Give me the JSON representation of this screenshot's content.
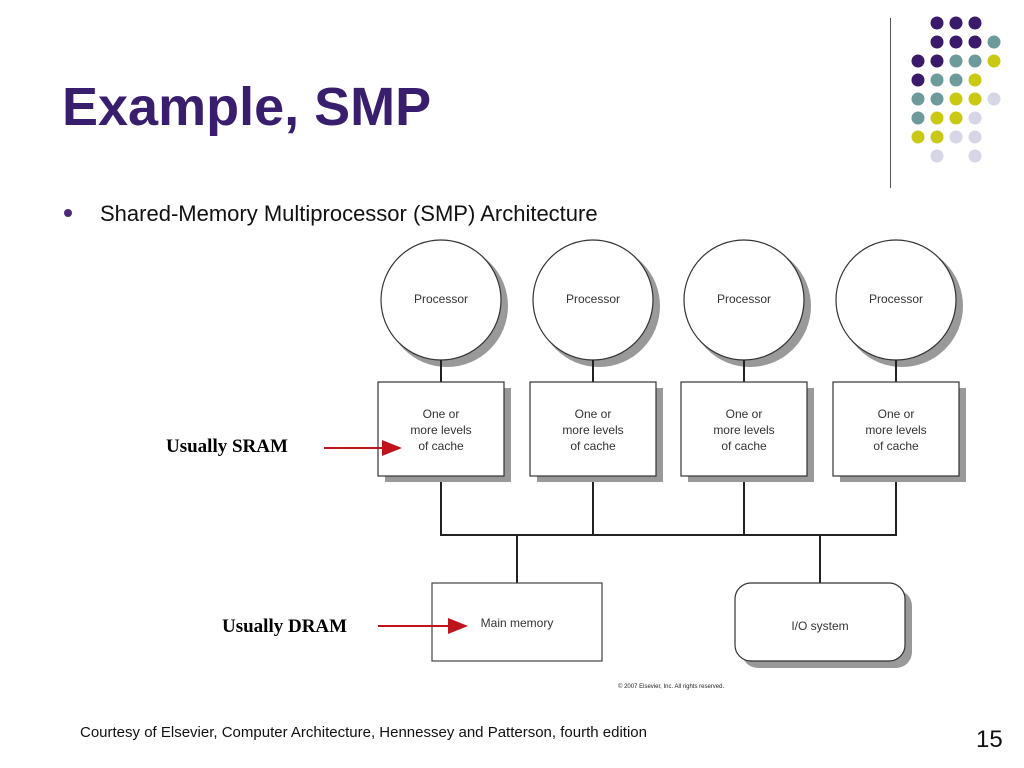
{
  "slide": {
    "title": "Example, SMP",
    "bullet": "Shared-Memory Multiprocessor (SMP) Architecture",
    "footer": "Courtesy of Elsevier, Computer Architecture, Hennessey and Patterson, fourth edition",
    "page_number": "15"
  },
  "diagram": {
    "processor_label": "Processor",
    "cache_label_lines": [
      "One or",
      "more levels",
      "of cache"
    ],
    "main_memory_label": "Main memory",
    "io_label": "I/O system",
    "copyright": "© 2007 Elsevier, Inc. All rights reserved.",
    "processor_count": 4
  },
  "annotations": {
    "sram": "Usually SRAM",
    "dram": "Usually DRAM",
    "arrow_color": "#c0141c"
  },
  "decoration": {
    "dot_colors": {
      "purple": "#3b1a6b",
      "teal": "#6d9a9a",
      "yellow": "#c9c914",
      "lavender": "#d6d6e6"
    }
  }
}
